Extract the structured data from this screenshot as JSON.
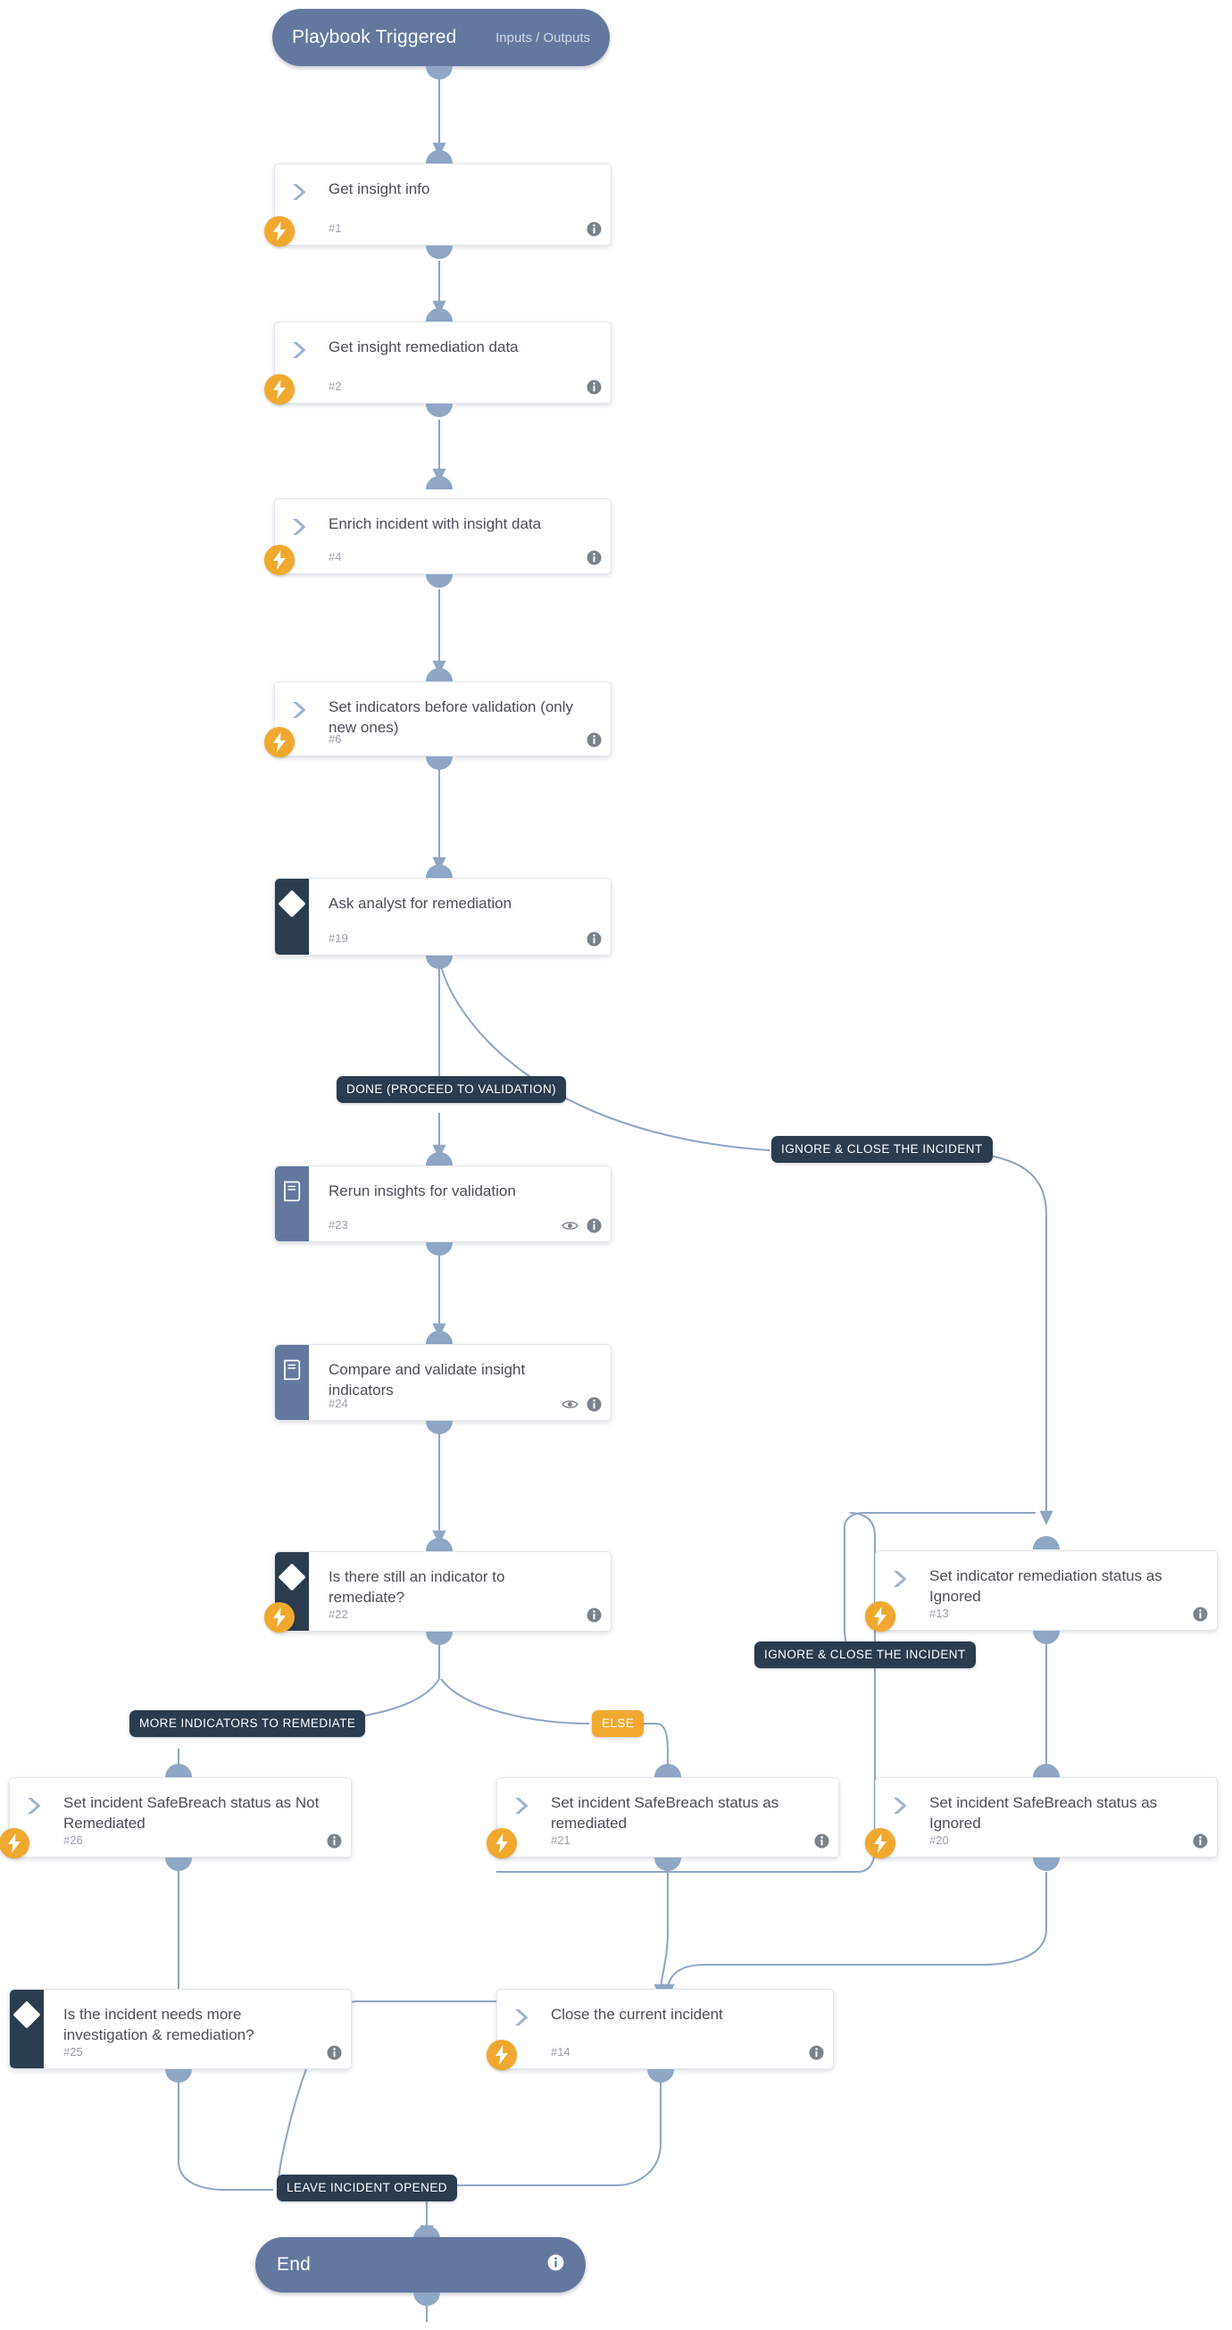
{
  "diagram": {
    "type": "playbook-flow",
    "colors": {
      "terminal": "#64789f",
      "condition_stripe": "#2b3c4e",
      "subplaybook_stripe": "#64789f",
      "bolt_badge": "#f0a92e",
      "edge": "#8fa6c4",
      "label_dark": "#2b3c4e",
      "label_amber": "#f0a92e",
      "card_bg": "#ffffff",
      "title_text": "#4a4f55",
      "number_text": "#9aa1aa"
    }
  },
  "start": {
    "title": "Playbook Triggered",
    "io_label": "Inputs / Outputs"
  },
  "end": {
    "title": "End"
  },
  "nodes": [
    {
      "id": "n1",
      "title": "Get insight info",
      "number": "#1",
      "kind": "command",
      "has_bolt": true,
      "has_eye": false,
      "has_info": true
    },
    {
      "id": "n2",
      "title": "Get insight remediation data",
      "number": "#2",
      "kind": "command",
      "has_bolt": true,
      "has_eye": false,
      "has_info": true
    },
    {
      "id": "n4",
      "title": "Enrich incident with insight data",
      "number": "#4",
      "kind": "command",
      "has_bolt": true,
      "has_eye": false,
      "has_info": true
    },
    {
      "id": "n6",
      "title": "Set indicators before validation (only new ones)",
      "number": "#6",
      "kind": "command",
      "has_bolt": true,
      "has_eye": false,
      "has_info": true
    },
    {
      "id": "n19",
      "title": "Ask analyst for remediation",
      "number": "#19",
      "kind": "condition",
      "has_bolt": false,
      "has_eye": false,
      "has_info": true
    },
    {
      "id": "n23",
      "title": "Rerun insights for validation",
      "number": "#23",
      "kind": "subplaybook",
      "has_bolt": false,
      "has_eye": true,
      "has_info": true
    },
    {
      "id": "n24",
      "title": "Compare and validate insight indicators",
      "number": "#24",
      "kind": "subplaybook",
      "has_bolt": false,
      "has_eye": true,
      "has_info": true
    },
    {
      "id": "n22",
      "title": "Is there still an indicator to remediate?",
      "number": "#22",
      "kind": "condition",
      "has_bolt": true,
      "has_eye": false,
      "has_info": true
    },
    {
      "id": "n13",
      "title": "Set indicator remediation status as Ignored",
      "number": "#13",
      "kind": "command",
      "has_bolt": true,
      "has_eye": false,
      "has_info": true
    },
    {
      "id": "n26",
      "title": "Set incident SafeBreach status as Not Remediated",
      "number": "#26",
      "kind": "command",
      "has_bolt": true,
      "has_eye": false,
      "has_info": true
    },
    {
      "id": "n21",
      "title": "Set incident SafeBreach status as remediated",
      "number": "#21",
      "kind": "command",
      "has_bolt": true,
      "has_eye": false,
      "has_info": true
    },
    {
      "id": "n20",
      "title": "Set incident SafeBreach status as Ignored",
      "number": "#20",
      "kind": "command",
      "has_bolt": true,
      "has_eye": false,
      "has_info": true
    },
    {
      "id": "n25",
      "title": "Is the incident needs more investigation & remediation?",
      "number": "#25",
      "kind": "condition",
      "has_bolt": false,
      "has_eye": false,
      "has_info": true
    },
    {
      "id": "n14",
      "title": "Close the current incident",
      "number": "#14",
      "kind": "command",
      "has_bolt": true,
      "has_eye": false,
      "has_info": true
    }
  ],
  "edge_labels": [
    {
      "id": "l1",
      "text": "DONE (PROCEED TO VALIDATION)",
      "style": "dark"
    },
    {
      "id": "l2",
      "text": "IGNORE & CLOSE THE INCIDENT",
      "style": "dark"
    },
    {
      "id": "l3",
      "text": "IGNORE & CLOSE THE INCIDENT",
      "style": "dark"
    },
    {
      "id": "l4",
      "text": "MORE INDICATORS TO REMEDIATE",
      "style": "dark"
    },
    {
      "id": "l5",
      "text": "ELSE",
      "style": "amber"
    },
    {
      "id": "l6",
      "text": "LEAVE INCIDENT OPENED",
      "style": "dark"
    }
  ]
}
